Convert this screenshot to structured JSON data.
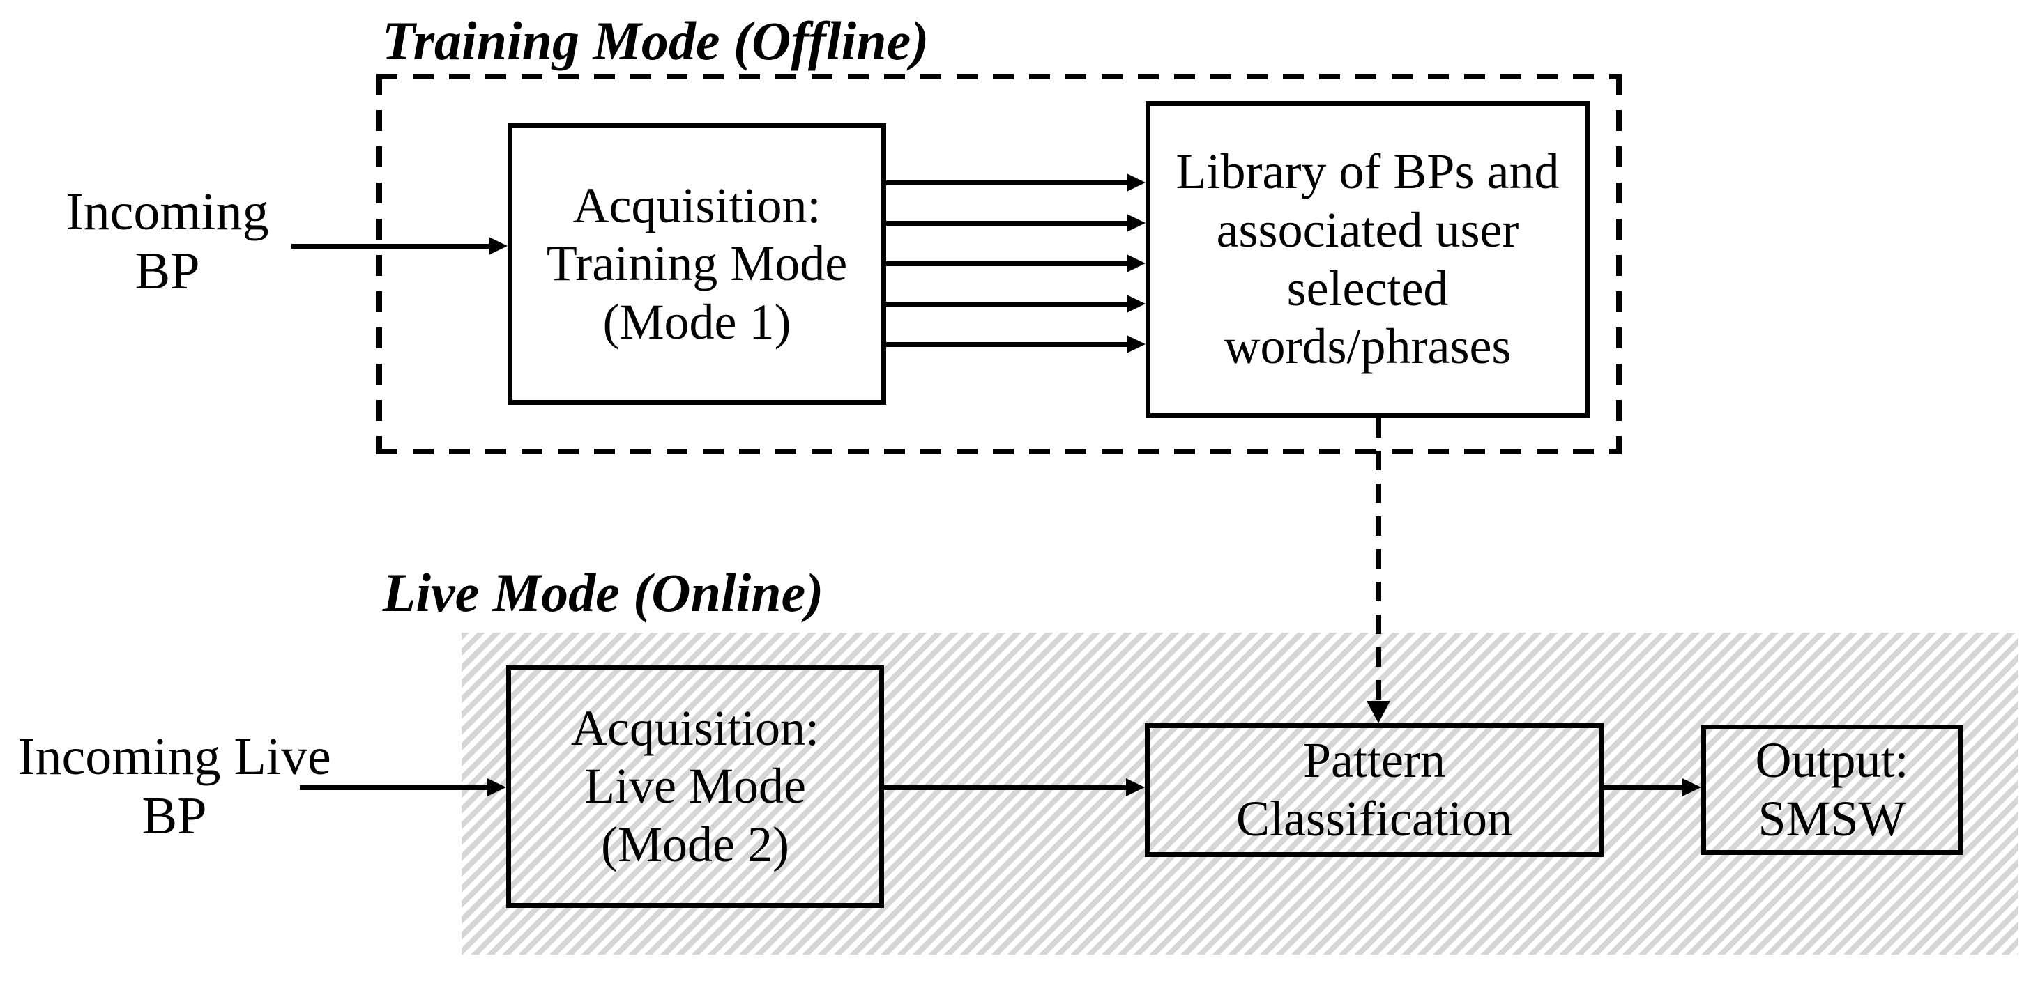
{
  "colors": {
    "ink": "#000000",
    "background": "#ffffff",
    "hatch_stripe": "#d6d6d6"
  },
  "training": {
    "title": "Training Mode (Offline)",
    "incoming_label": "Incoming\nBP",
    "acquisition_box": "Acquisition:\nTraining Mode\n(Mode 1)",
    "library_box": "Library of BPs and\nassociated user\nselected\nwords/phrases",
    "transfer_arrow_count": 5
  },
  "live": {
    "title": "Live Mode (Online)",
    "incoming_label": "Incoming Live\nBP",
    "acquisition_box": "Acquisition:\nLive Mode\n(Mode 2)",
    "pattern_box": "Pattern\nClassification",
    "output_box": "Output:\nSMSW"
  }
}
